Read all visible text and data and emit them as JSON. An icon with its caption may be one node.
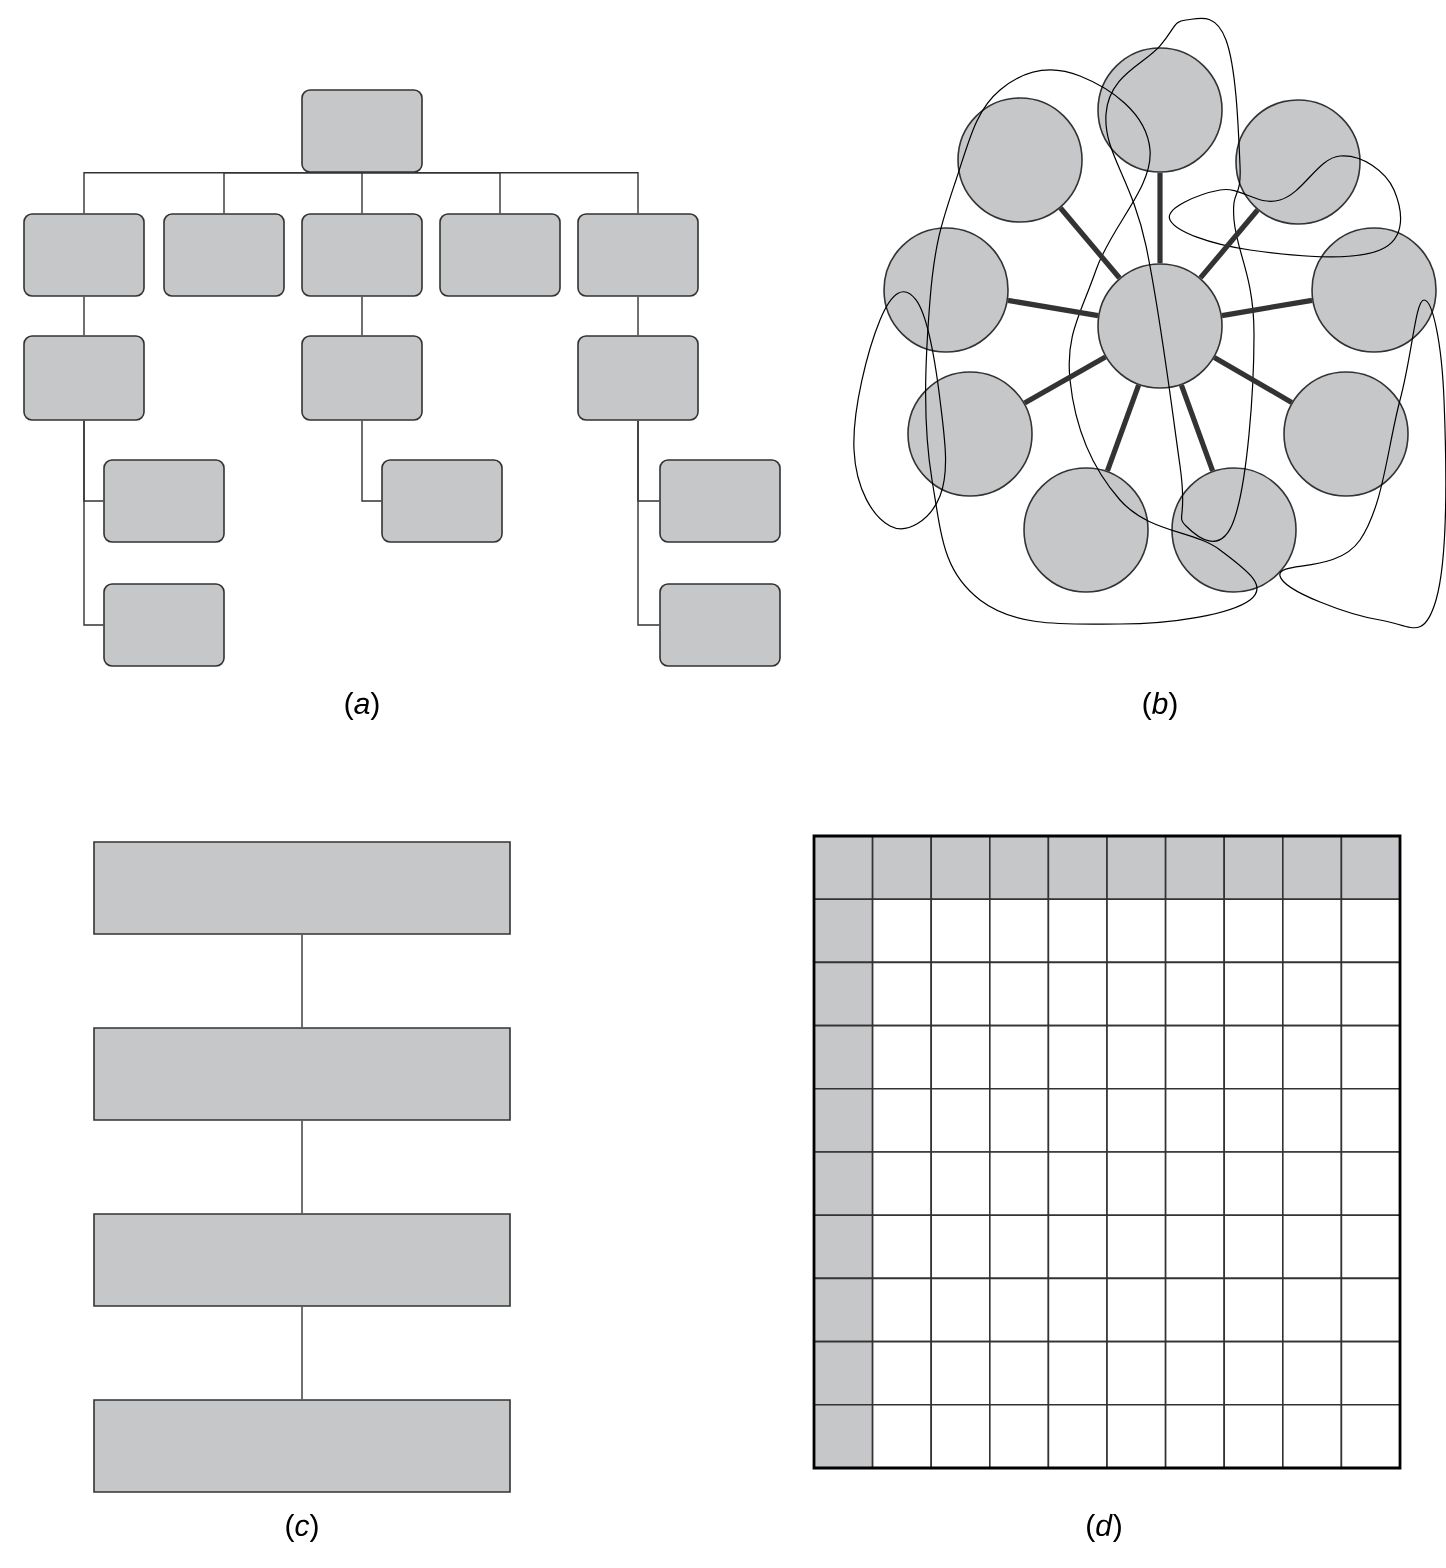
{
  "diagram": {
    "nodes": [
      {
        "text": [],
        "shape": "box"
      },
      {
        "text": [],
        "shape": "box"
      },
      {
        "text": [],
        "shape": "box"
      },
      {
        "text": [],
        "shape": "box"
      },
      {
        "text": [],
        "shape": "box"
      },
      {
        "text": [],
        "shape": "box"
      },
      {
        "text": [],
        "shape": "box"
      },
      {
        "text": [],
        "shape": "box"
      },
      {
        "text": [],
        "shape": "box"
      },
      {
        "text": [],
        "shape": "box"
      },
      {
        "text": [],
        "shape": "box"
      },
      {
        "text": [],
        "shape": "box"
      },
      {
        "text": [],
        "shape": "box"
      },
      {
        "text": [],
        "shape": "box"
      },
      {
        "text": [],
        "shape": "circle"
      },
      {
        "text": [],
        "shape": "circle"
      },
      {
        "text": [],
        "shape": "circle"
      },
      {
        "text": [],
        "shape": "circle"
      },
      {
        "text": [],
        "shape": "circle"
      },
      {
        "text": [],
        "shape": "circle"
      },
      {
        "text": [],
        "shape": "circle"
      },
      {
        "text": [],
        "shape": "circle"
      },
      {
        "text": [],
        "shape": "circle"
      },
      {
        "text": [],
        "shape": "circle"
      },
      {
        "text": [],
        "shape": "box"
      },
      {
        "text": [],
        "shape": "box"
      },
      {
        "text": [],
        "shape": "box"
      },
      {
        "text": [],
        "shape": "box"
      }
    ],
    "edges": [
      {
        "from": 0,
        "to": 1,
        "arrow": "none"
      },
      {
        "from": 0,
        "to": 2,
        "arrow": "none"
      },
      {
        "from": 0,
        "to": 3,
        "arrow": "none"
      },
      {
        "from": 0,
        "to": 4,
        "arrow": "none"
      },
      {
        "from": 0,
        "to": 5,
        "arrow": "none"
      },
      {
        "from": 1,
        "to": 6,
        "arrow": "none"
      },
      {
        "from": 3,
        "to": 7,
        "arrow": "none"
      },
      {
        "from": 5,
        "to": 8,
        "arrow": "none"
      },
      {
        "from": 6,
        "to": 9,
        "arrow": "none"
      },
      {
        "from": 6,
        "to": 12,
        "arrow": "none"
      },
      {
        "from": 7,
        "to": 10,
        "arrow": "none"
      },
      {
        "from": 8,
        "to": 11,
        "arrow": "none"
      },
      {
        "from": 8,
        "to": 13,
        "arrow": "none"
      },
      {
        "from": 18,
        "to": 14,
        "arrow": "none",
        "style": "thick"
      },
      {
        "from": 18,
        "to": 15,
        "arrow": "none",
        "style": "thick"
      },
      {
        "from": 18,
        "to": 16,
        "arrow": "none",
        "style": "thick"
      },
      {
        "from": 18,
        "to": 17,
        "arrow": "none",
        "style": "thick"
      },
      {
        "from": 18,
        "to": 19,
        "arrow": "none",
        "style": "thick"
      },
      {
        "from": 18,
        "to": 20,
        "arrow": "none",
        "style": "thick"
      },
      {
        "from": 18,
        "to": 21,
        "arrow": "none",
        "style": "thick"
      },
      {
        "from": 18,
        "to": 22,
        "arrow": "none",
        "style": "thick"
      },
      {
        "from": 18,
        "to": 23,
        "arrow": "none",
        "style": "thick"
      },
      {
        "from": 24,
        "to": 25,
        "arrow": "none"
      },
      {
        "from": 25,
        "to": 26,
        "arrow": "none"
      },
      {
        "from": 26,
        "to": 27,
        "arrow": "none"
      }
    ],
    "labels": [
      "(*a*)",
      "(*b*)",
      "(*c*)",
      "(*d*)"
    ]
  }
}
